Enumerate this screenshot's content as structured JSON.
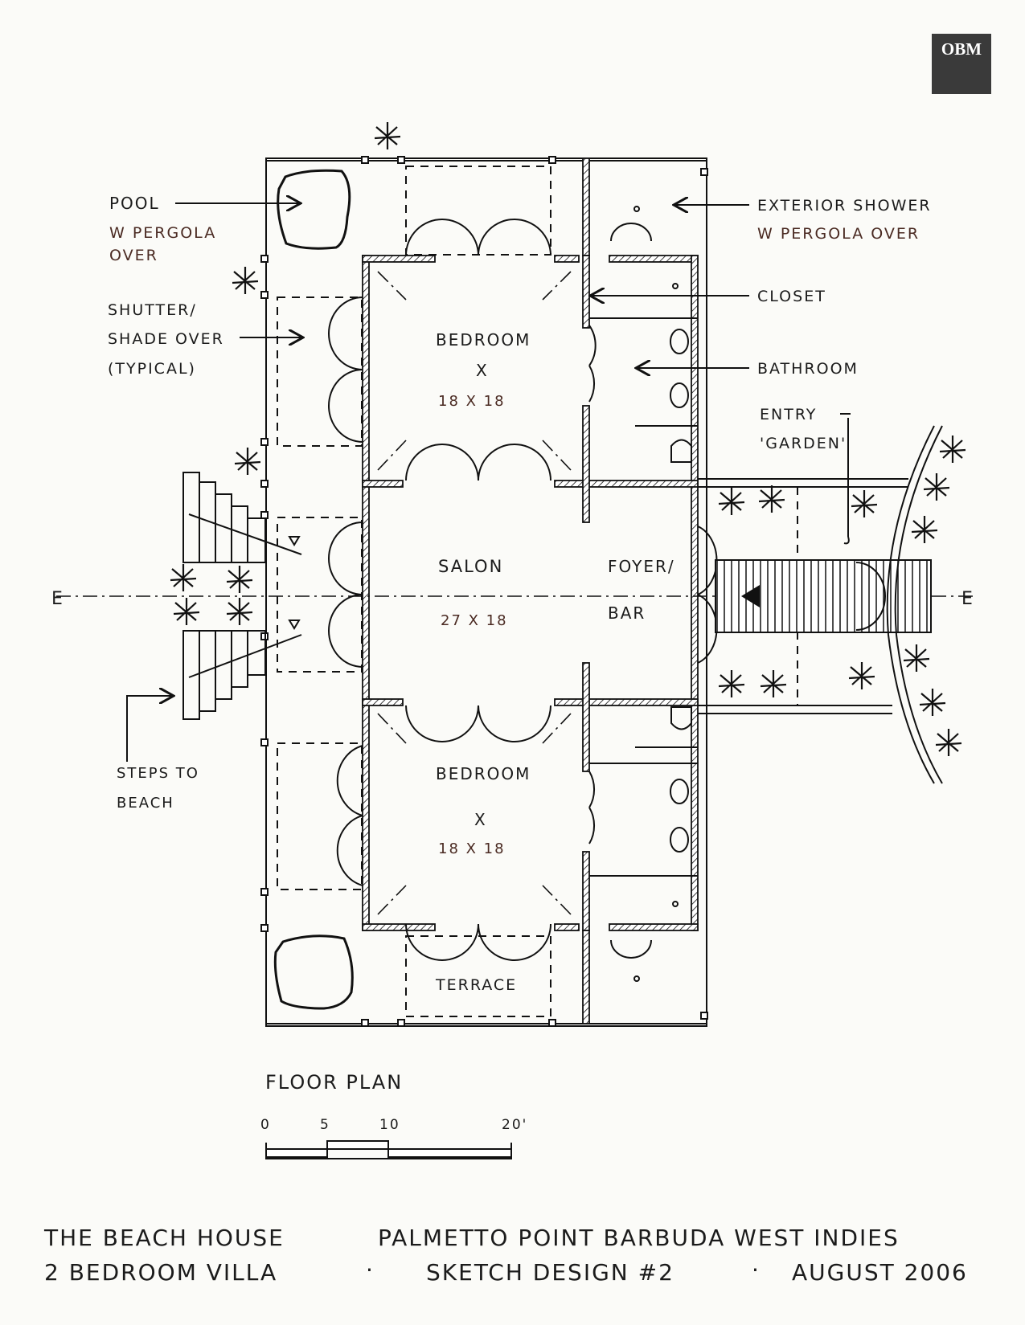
{
  "logo": {
    "text": "OBM",
    "bg": "#3a3a3a"
  },
  "labels": {
    "pool": "POOL",
    "pool_sub1": "W PERGOLA",
    "pool_sub2": "OVER",
    "shutter1": "SHUTTER/",
    "shutter2": "SHADE OVER",
    "shutter3": "(TYPICAL)",
    "ext_shower1": "EXTERIOR SHOWER",
    "ext_shower2": "W PERGOLA OVER",
    "closet": "CLOSET",
    "bathroom": "BATHROOM",
    "entry1": "ENTRY",
    "entry2": "'GARDEN'",
    "steps1": "STEPS TO",
    "steps2": "BEACH",
    "bedroom_top": "BEDROOM",
    "bedroom_top_x": "X",
    "bedroom_top_dim": "18 X 18",
    "salon": "SALON",
    "salon_dim": "27 X 18",
    "foyer1": "FOYER/",
    "foyer2": "BAR",
    "bedroom_bot": "BEDROOM",
    "bedroom_bot_x": "X",
    "bedroom_bot_dim": "18 X 18",
    "terrace": "TERRACE",
    "axis_left": "E",
    "axis_right": "E"
  },
  "scale": {
    "title": "FLOOR PLAN",
    "ticks": [
      "0",
      "5",
      "10",
      "20'"
    ]
  },
  "titleblock": {
    "line1_a": "THE BEACH HOUSE",
    "line1_b": "PALMETTO POINT BARBUDA WEST INDIES",
    "line2_a": "2 BEDROOM VILLA",
    "line2_sep1": "·",
    "line2_b": "SKETCH DESIGN #2",
    "line2_sep2": "·",
    "line2_c": "AUGUST 2006"
  }
}
